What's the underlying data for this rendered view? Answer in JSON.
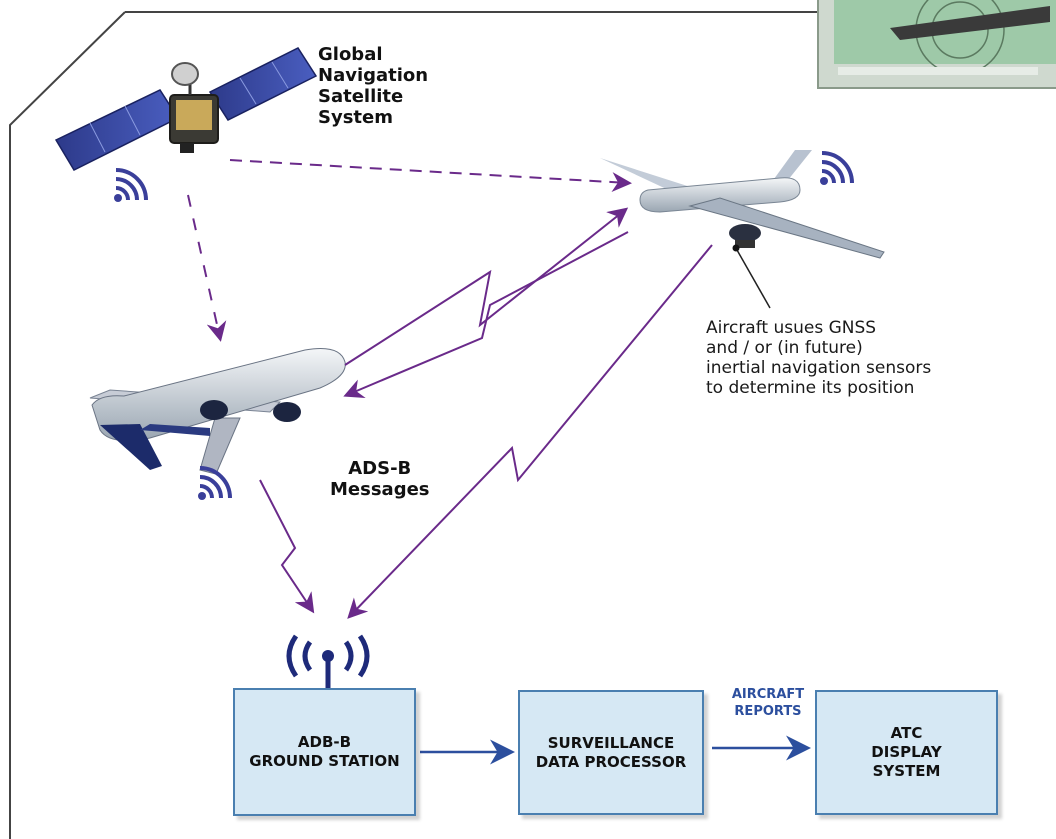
{
  "gnss": {
    "label_lines": [
      "Global",
      "Navigation",
      "Satellite",
      "System"
    ]
  },
  "adsb": {
    "label_lines": [
      "ADS-B",
      "Messages"
    ]
  },
  "note": {
    "lines": [
      "Aircraft usues GNSS",
      "and / or (in future)",
      "inertial navigation sensors",
      "to determine its position"
    ]
  },
  "boxes": {
    "ground_station": [
      "ADB-B",
      "GROUND STATION"
    ],
    "sdp": [
      "SURVEILLANCE",
      "DATA PROCESSOR"
    ],
    "atc": [
      "ATC",
      "DISPLAY",
      "SYSTEM"
    ]
  },
  "reports_label": [
    "AIRCRAFT",
    "REPORTS"
  ],
  "colors": {
    "signal_arrow": "#6a2a8a",
    "box_fill": "#d6e8f4",
    "box_border": "#4a7fb0",
    "flow_arrow": "#2c4f9e",
    "wifi_icon": "#3a3f9a"
  }
}
